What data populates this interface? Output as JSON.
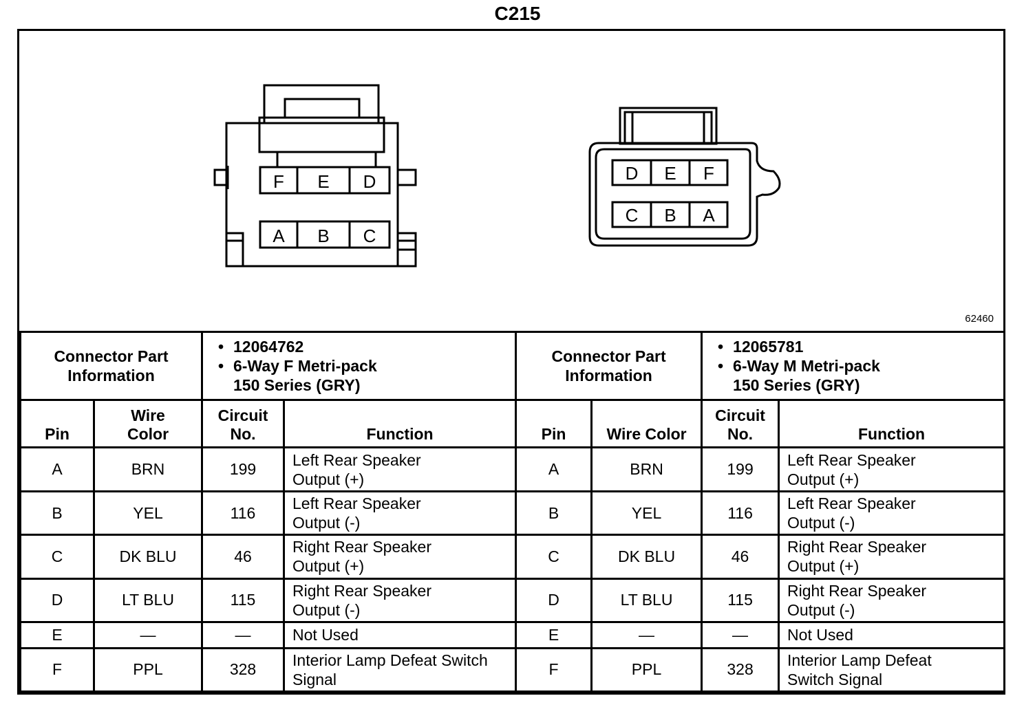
{
  "title": "C215",
  "figure_number": "62460",
  "female_connector": {
    "top_pins": [
      "F",
      "E",
      "D"
    ],
    "bottom_pins": [
      "A",
      "B",
      "C"
    ]
  },
  "male_connector": {
    "top_pins": [
      "D",
      "E",
      "F"
    ],
    "bottom_pins": [
      "C",
      "B",
      "A"
    ]
  },
  "left": {
    "info_label": [
      "Connector Part",
      "Information"
    ],
    "part_number": "12064762",
    "part_desc": [
      "6-Way F Metri-pack",
      "150 Series (GRY)"
    ],
    "headers": {
      "pin": "Pin",
      "wire": [
        "Wire",
        "Color"
      ],
      "circuit": [
        "Circuit",
        "No."
      ],
      "function": "Function"
    },
    "rows": [
      {
        "pin": "A",
        "wire": "BRN",
        "circuit": "199",
        "function": [
          "Left Rear Speaker",
          "Output (+)"
        ]
      },
      {
        "pin": "B",
        "wire": "YEL",
        "circuit": "116",
        "function": [
          "Left Rear Speaker",
          "Output (-)"
        ]
      },
      {
        "pin": "C",
        "wire": "DK BLU",
        "circuit": "46",
        "function": [
          "Right Rear Speaker",
          "Output (+)"
        ]
      },
      {
        "pin": "D",
        "wire": "LT BLU",
        "circuit": "115",
        "function": [
          "Right Rear Speaker",
          "Output (-)"
        ]
      },
      {
        "pin": "E",
        "wire": "—",
        "circuit": "—",
        "function": [
          "Not Used"
        ]
      },
      {
        "pin": "F",
        "wire": "PPL",
        "circuit": "328",
        "function": [
          "Interior Lamp Defeat Switch",
          "Signal"
        ]
      }
    ]
  },
  "right": {
    "info_label": [
      "Connector Part",
      "Information"
    ],
    "part_number": "12065781",
    "part_desc": [
      "6-Way M Metri-pack",
      "150 Series (GRY)"
    ],
    "headers": {
      "pin": "Pin",
      "wire": [
        "Wire Color"
      ],
      "circuit": [
        "Circuit",
        "No."
      ],
      "function": "Function"
    },
    "rows": [
      {
        "pin": "A",
        "wire": "BRN",
        "circuit": "199",
        "function": [
          "Left Rear Speaker",
          "Output (+)"
        ]
      },
      {
        "pin": "B",
        "wire": "YEL",
        "circuit": "116",
        "function": [
          "Left Rear Speaker",
          "Output (-)"
        ]
      },
      {
        "pin": "C",
        "wire": "DK BLU",
        "circuit": "46",
        "function": [
          "Right Rear Speaker",
          "Output (+)"
        ]
      },
      {
        "pin": "D",
        "wire": "LT BLU",
        "circuit": "115",
        "function": [
          "Right Rear Speaker",
          "Output (-)"
        ]
      },
      {
        "pin": "E",
        "wire": "—",
        "circuit": "—",
        "function": [
          "Not Used"
        ]
      },
      {
        "pin": "F",
        "wire": "PPL",
        "circuit": "328",
        "function": [
          "Interior Lamp Defeat",
          "Switch Signal"
        ]
      }
    ]
  }
}
